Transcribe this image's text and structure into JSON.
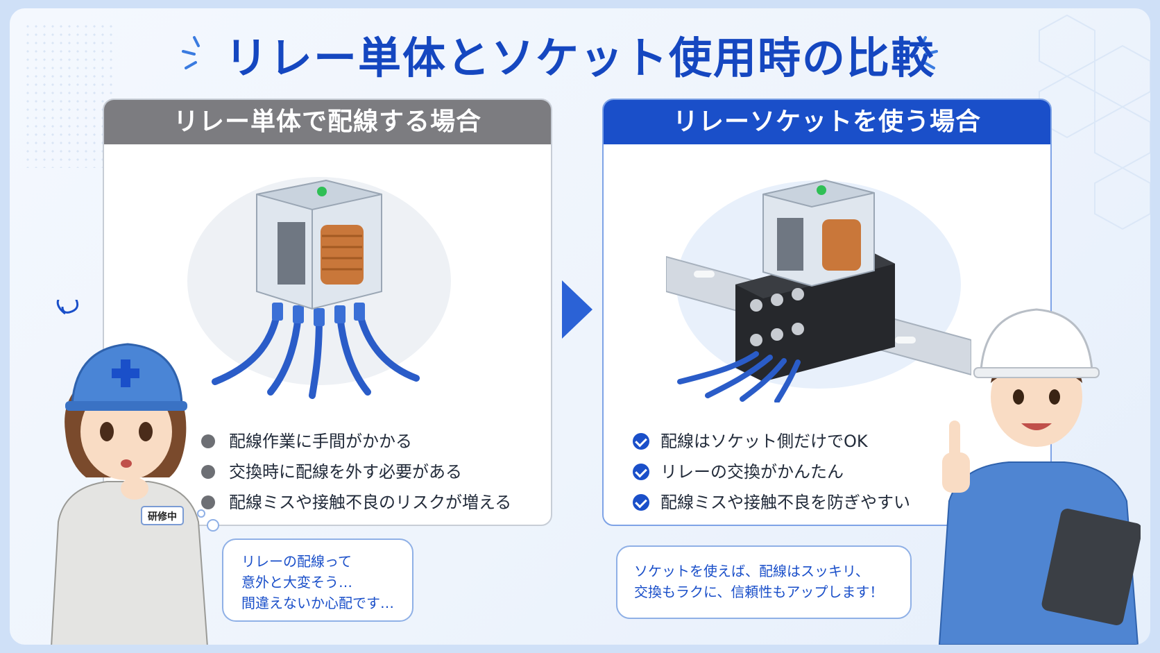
{
  "title": "リレー単体とソケット使用時の比較",
  "colors": {
    "accent_blue": "#1a4fc9",
    "gray_header": "#7c7c80",
    "text_dark": "#222b3a"
  },
  "left_panel": {
    "header": "リレー単体で配線する場合",
    "bullets": [
      "配線作業に手間がかかる",
      "交換時に配線を外す必要がある",
      "配線ミスや接触不良のリスクが増える"
    ],
    "bullet_icon": "gray-dot-icon"
  },
  "right_panel": {
    "header": "リレーソケットを使う場合",
    "bullets": [
      "配線はソケット側だけでOK",
      "リレーの交換がかんたん",
      "配線ミスや接触不良を防ぎやすい"
    ],
    "bullet_icon": "blue-check-icon"
  },
  "left_character": {
    "name_tag": "研修中",
    "speech_lines": [
      "リレーの配線って",
      "意外と大変そう…",
      "間違えないか心配です…"
    ]
  },
  "right_character": {
    "speech_lines": [
      "ソケットを使えば、配線はスッキリ、",
      "交換もラクに、信頼性もアップします！"
    ]
  }
}
